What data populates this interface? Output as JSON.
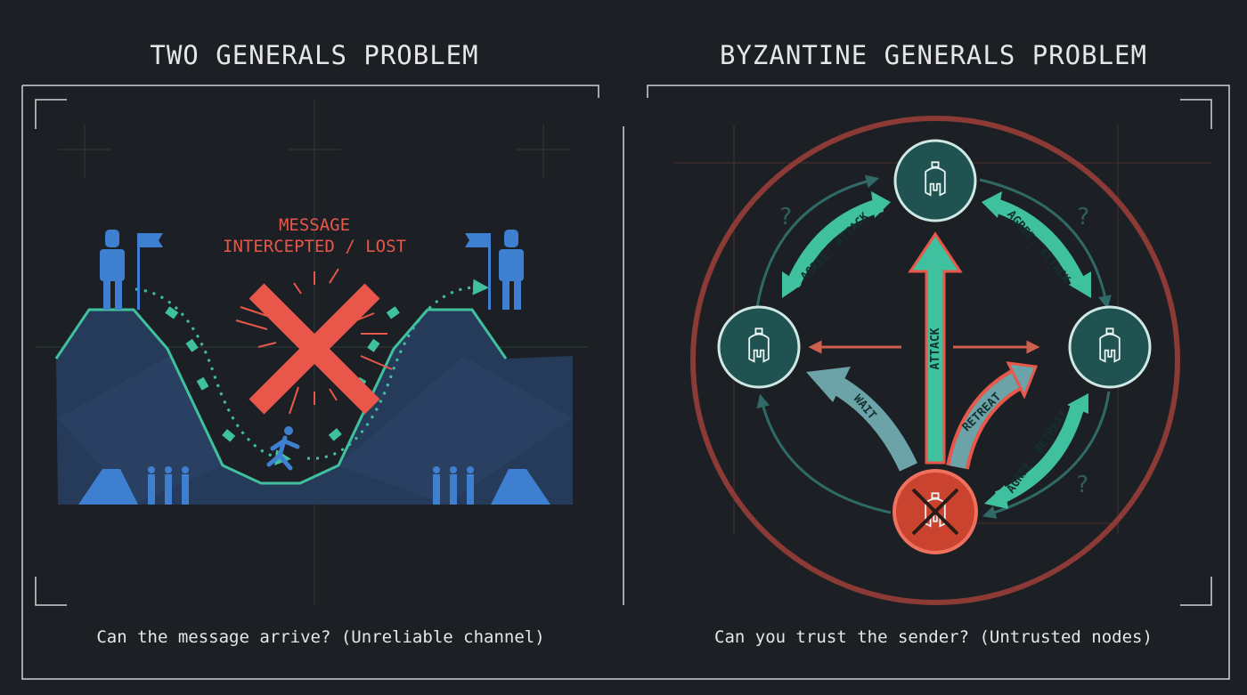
{
  "left_panel": {
    "title": "TWO GENERALS PROBLEM",
    "alert_line1": "MESSAGE",
    "alert_line2": "INTERCEPTED / LOST",
    "caption": "Can the message arrive? (Unreliable channel)"
  },
  "right_panel": {
    "title": "BYZANTINE GENERALS PROBLEM",
    "labels": {
      "agree_attack_left": "AGREE: ATTACK",
      "agree_attack_right": "AGREE: ATTACK",
      "agree_retreat": "AGREE: RETREAT",
      "attack": "ATTACK",
      "wait": "WAIT",
      "retreat": "RETREAT",
      "question": "?"
    },
    "caption": "Can you trust the sender? (Untrusted nodes)"
  },
  "colors": {
    "background": "#1c1f24",
    "teal": "#3fc1a0",
    "blue": "#3f7fd0",
    "mountain": "#263a5a",
    "red": "#e8574a",
    "ring": "#8b3a35",
    "node": "#1f5250"
  }
}
